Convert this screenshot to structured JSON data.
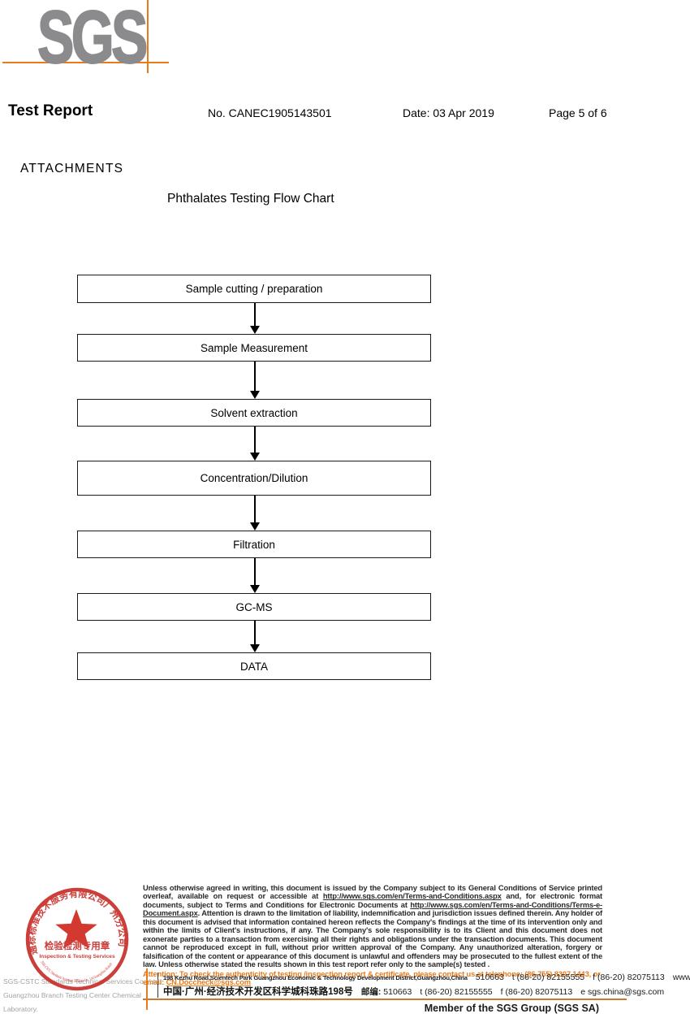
{
  "colors": {
    "accent_orange": "#e87a1a",
    "stamp_red": "#c9302c",
    "logo_gray": "#8b8b8e"
  },
  "logo": {
    "text": "SGS"
  },
  "header": {
    "title": "Test Report",
    "report_no": "No. CANEC1905143501",
    "date": "Date: 03 Apr 2019",
    "page": "Page 5 of 6"
  },
  "attachments": {
    "heading": "ATTACHMENTS",
    "flow_title": "Phthalates Testing Flow Chart"
  },
  "flowchart": {
    "steps": [
      "Sample cutting / preparation",
      "Sample Measurement",
      "Solvent extraction",
      "Concentration/Dilution",
      "Filtration",
      "GC-MS",
      "DATA"
    ]
  },
  "legal": {
    "p1": "Unless otherwise agreed in writing, this document is issued by the Company subject to its General Conditions of Service printed overleaf, available on request or accessible at ",
    "url1": "http://www.sgs.com/en/Terms-and-Conditions.aspx",
    "p2": " and, for electronic format documents, subject to Terms and Conditions for Electronic Documents at ",
    "url2": "http://www.sgs.com/en/Terms-and-Conditions/Terms-e-Document.aspx",
    "p3": ". Attention is drawn to the limitation of liability, indemnification and jurisdiction issues defined therein. Any holder of this document is advised that information contained hereon reflects the Company's findings at the time of its intervention only and within the limits of Client's instructions, if any. The Company's sole responsibility is to its Client and this document does not exonerate parties to a transaction from exercising all their rights and obligations under the transaction documents. This document cannot be reproduced except in full, without prior written approval of the Company. Any unauthorized alteration, forgery or falsification of the content or appearance of this document is unlawful and offenders may be prosecuted to the fullest extent of the law. Unless otherwise stated the results shown in this test report refer only to the sample(s) tested .",
    "attention1": "Attention: To check the authenticity of testing /inspection report & certificate, please contact us at telephone: (86-755) 8307 1443, or email: ",
    "attention_email": "CN.Doccheck@sgs.com"
  },
  "address": {
    "en": "198 Kezhu Road,Scientech Park Guangzhou Economic & Technology Development District,Guangzhou,China",
    "zip_en": "510663",
    "cn": "中国·广州·经济技术开发区科学城科珠路198号",
    "zip_cn_label": "邮编:",
    "zip_cn": "510663",
    "tel": "t (86-20) 82155555",
    "fax": "f (86-20) 82075113",
    "web": "www.sgsgroup.com.cn",
    "email": "e  sgs.china@sgs.com"
  },
  "stamp": {
    "ring_top": "通标标准技术服务有限公司广州分公司",
    "ring_bottom": "SGS-CSTC Standards Technical Services Co., Ltd Guangzhou Branch",
    "line1": "检验检测专用章",
    "line2": "Inspection & Testing Services"
  },
  "company": {
    "line1": "SGS-CSTC Standards Technical Services Co., Ltd.",
    "line2": "Guangzhou Branch Testing Center Chemical Laboratory."
  },
  "member": "Member of the SGS Group (SGS SA)"
}
